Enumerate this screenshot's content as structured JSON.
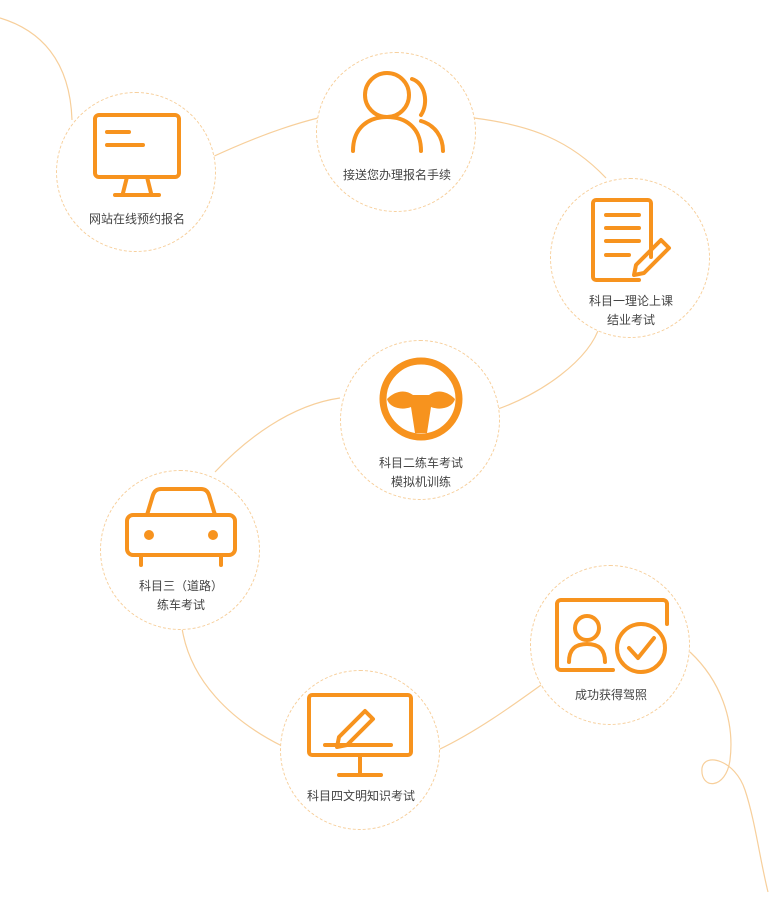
{
  "accent_color": "#f7931e",
  "steps": [
    {
      "icon": "monitor-text-icon",
      "lines": [
        "网站在线预约报名"
      ]
    },
    {
      "icon": "users-icon",
      "lines": [
        "接送您办理报名手续"
      ]
    },
    {
      "icon": "document-pen-icon",
      "lines": [
        "科目一理论上课",
        "结业考试"
      ]
    },
    {
      "icon": "steering-wheel-icon",
      "lines": [
        "科目二练车考试",
        "模拟机训练"
      ]
    },
    {
      "icon": "car-icon",
      "lines": [
        "科目三（道路）",
        "练车考试"
      ]
    },
    {
      "icon": "monitor-pen-icon",
      "lines": [
        "科目四文明知识考试"
      ]
    },
    {
      "icon": "license-check-icon",
      "lines": [
        "成功获得驾照"
      ]
    }
  ]
}
